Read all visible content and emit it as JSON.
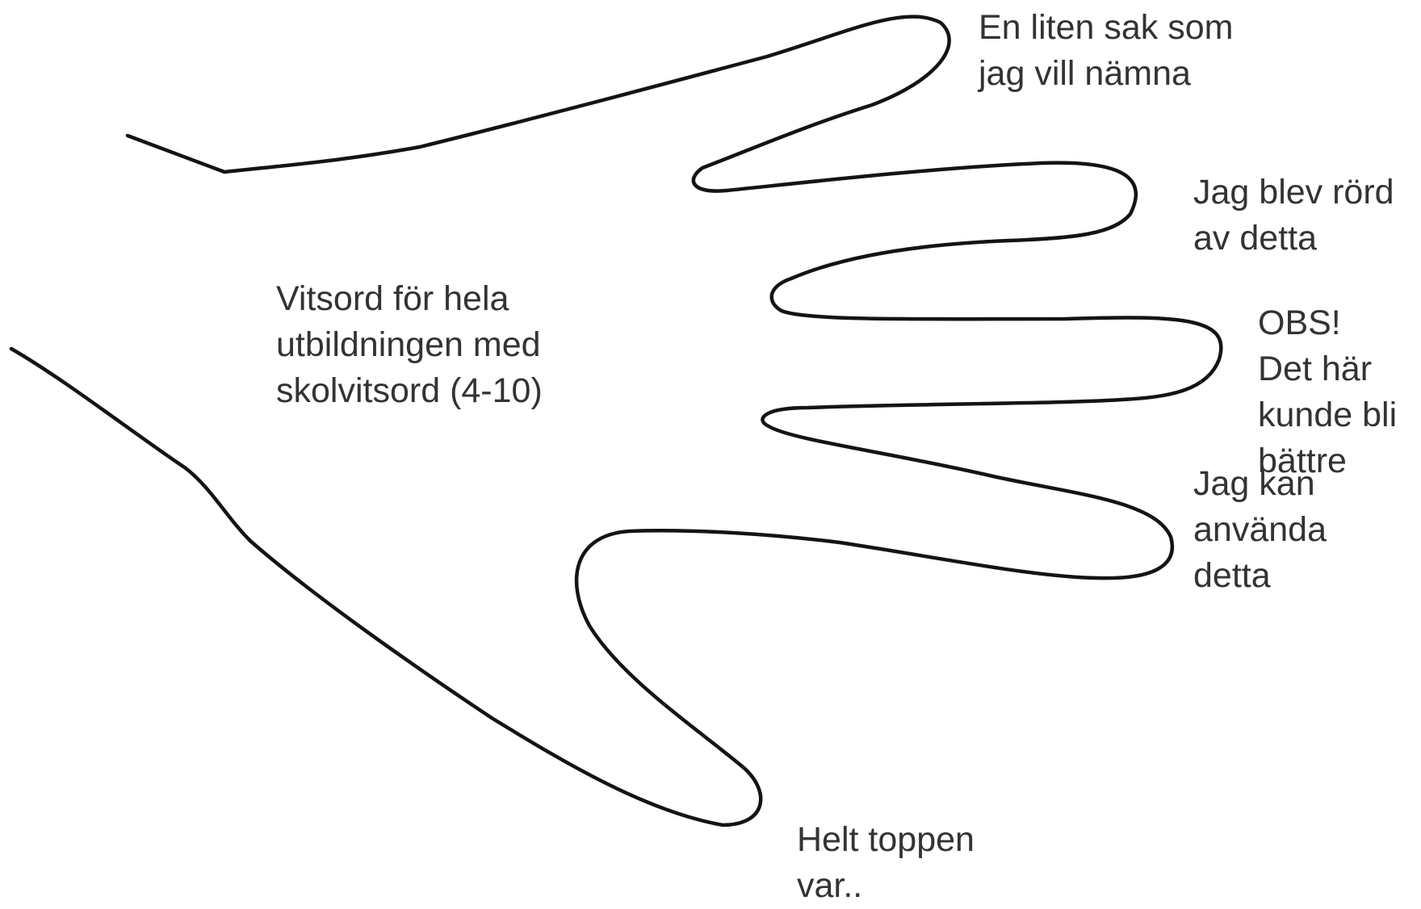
{
  "palm": {
    "text": "Vitsord för hela\nutbildningen med\nskolvitsord (4-10)"
  },
  "fingers": [
    {
      "finger": "thumb",
      "text": "Helt toppen\nvar.."
    },
    {
      "finger": "index",
      "text": "Jag kan\nanvända\ndetta"
    },
    {
      "finger": "middle",
      "text": "OBS!\nDet här\nkunde bli\nbättre"
    },
    {
      "finger": "ring",
      "text": "Jag blev rörd\nav detta"
    },
    {
      "finger": "pinky",
      "text": "En liten sak som\njag vill nämna"
    }
  ],
  "colors": {
    "outline": "#141414",
    "text": "#333333",
    "background": "#ffffff"
  }
}
